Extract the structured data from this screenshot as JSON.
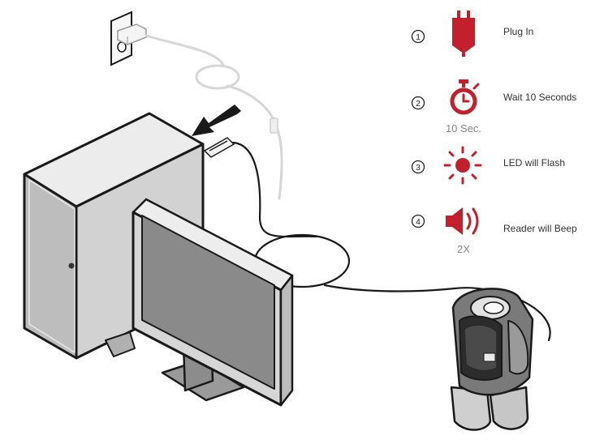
{
  "steps": [
    {
      "number": "1",
      "icon": "plug-icon",
      "label": "Plug In",
      "sub": ""
    },
    {
      "number": "2",
      "icon": "stopwatch-icon",
      "label": "Wait 10 Seconds",
      "sub": "10 Sec."
    },
    {
      "number": "3",
      "icon": "led-flash-icon",
      "label": "LED will Flash",
      "sub": ""
    },
    {
      "number": "4",
      "icon": "speaker-icon",
      "label": "Reader will Beep",
      "sub": "2X"
    }
  ],
  "colors": {
    "accent": "#c3202e",
    "outline": "#1a1a1a",
    "computer_fill": "#d2d2d2",
    "screen_fill": "#8a8a8a",
    "cable_light": "#d8d8d8"
  }
}
